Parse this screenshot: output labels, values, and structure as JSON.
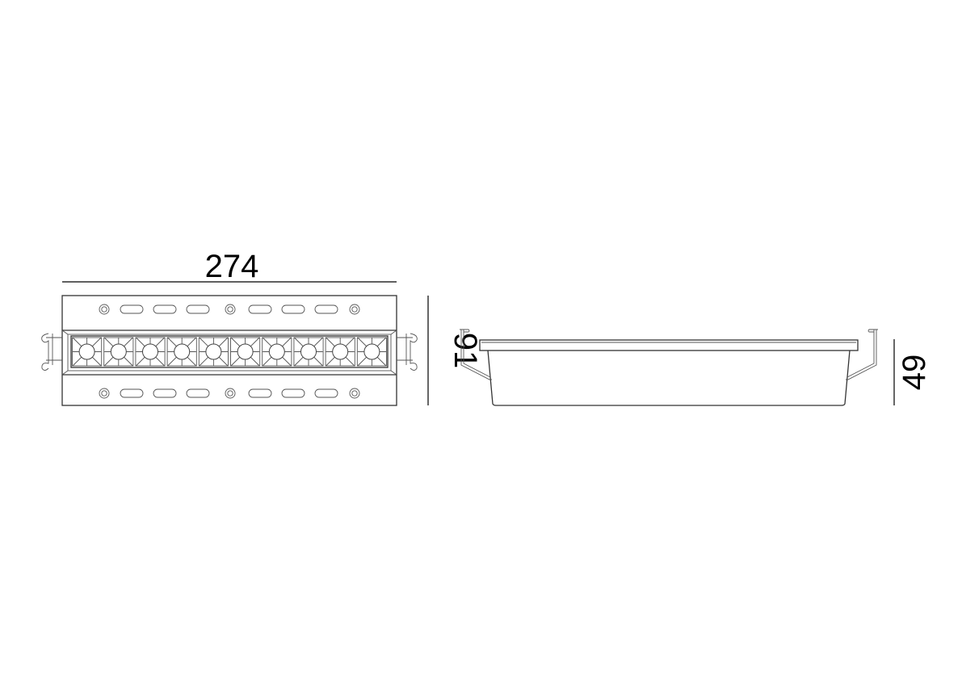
{
  "drawing": {
    "front_view": {
      "width_label": "274",
      "height_label": "91",
      "led_count": 10
    },
    "side_view": {
      "depth_label": "49"
    }
  }
}
